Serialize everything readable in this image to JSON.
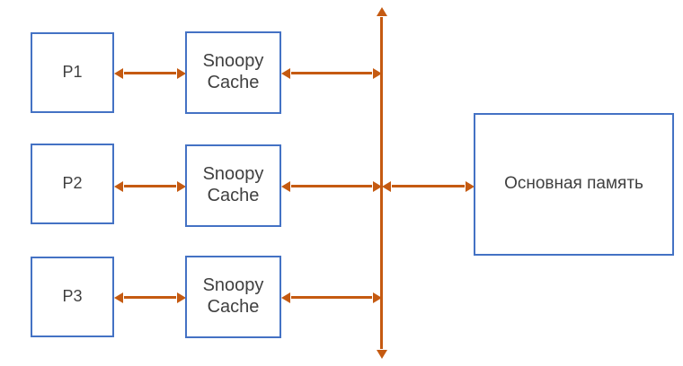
{
  "diagram": {
    "title": "Snoopy cache coherence bus diagram",
    "colors": {
      "box_border": "#4472C4",
      "arrow": "#C55A11",
      "text": "#404040",
      "background": "#FFFFFF"
    },
    "processors": [
      {
        "label": "P1"
      },
      {
        "label": "P2"
      },
      {
        "label": "P3"
      }
    ],
    "caches": [
      {
        "label": "Snoopy\nCache"
      },
      {
        "label": "Snoopy\nCache"
      },
      {
        "label": "Snoopy\nCache"
      }
    ],
    "memory": {
      "label": "Основная память"
    },
    "bus": {
      "label": ""
    },
    "connections": {
      "proc_to_cache": "bidirectional",
      "cache_to_bus": "bidirectional",
      "bus_to_memory": "bidirectional",
      "bus_line": "vertical-double-arrow"
    }
  }
}
